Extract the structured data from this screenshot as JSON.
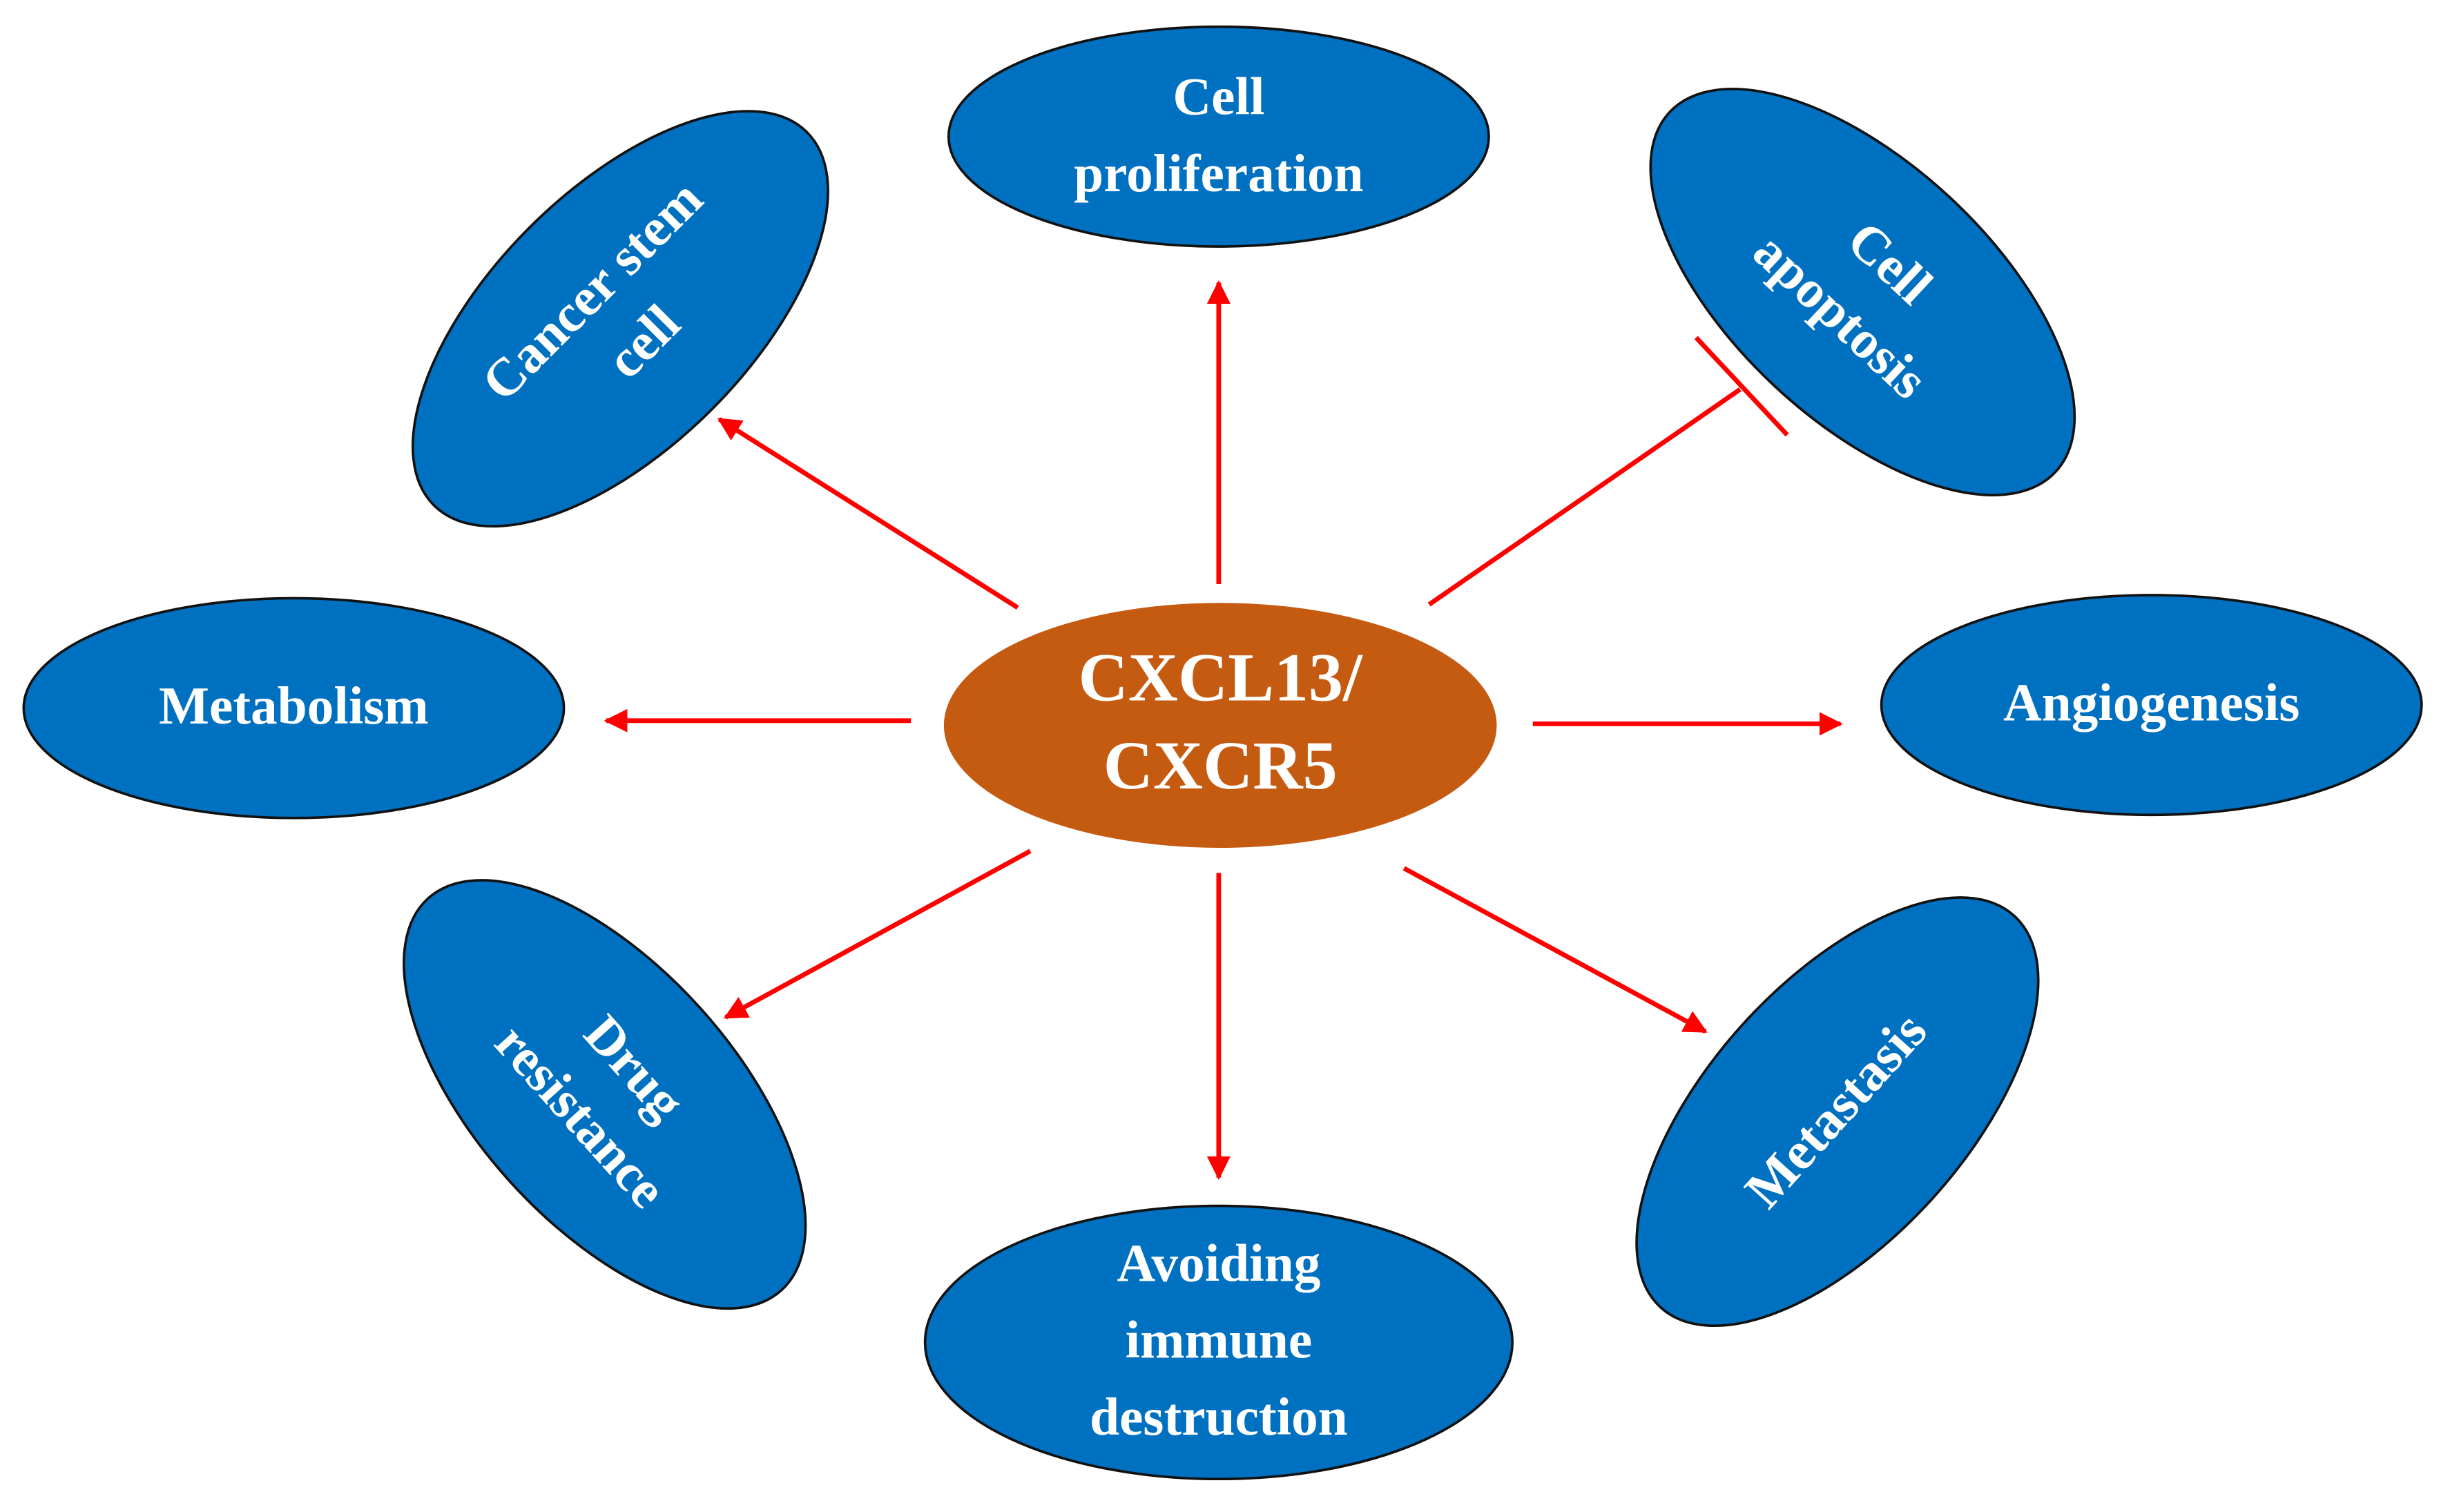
{
  "colors": {
    "node": "#0070C0",
    "center": "#C55A11",
    "edge": "#FF0000",
    "text": "#FFFFFF"
  },
  "center": {
    "lines": [
      "CXCL13/",
      "CXCR5"
    ]
  },
  "nodes": {
    "cell_proliferation": {
      "lines": [
        "Cell",
        "proliferation"
      ],
      "relation": "promotes"
    },
    "cancer_stem_cell": {
      "lines": [
        "Cancer stem",
        "cell"
      ],
      "relation": "promotes"
    },
    "cell_apoptosis": {
      "lines": [
        "Cell",
        "apoptosis"
      ],
      "relation": "inhibits"
    },
    "metabolism": {
      "lines": [
        "Metabolism"
      ],
      "relation": "promotes"
    },
    "angiogenesis": {
      "lines": [
        "Angiogenesis"
      ],
      "relation": "promotes"
    },
    "drug_resistance": {
      "lines": [
        "Drug",
        "resistance"
      ],
      "relation": "promotes"
    },
    "avoiding_immune_destruction": {
      "lines": [
        "Avoiding",
        "immune",
        "destruction"
      ],
      "relation": "promotes"
    },
    "metastasis": {
      "lines": [
        "Metastasis"
      ],
      "relation": "promotes"
    }
  }
}
